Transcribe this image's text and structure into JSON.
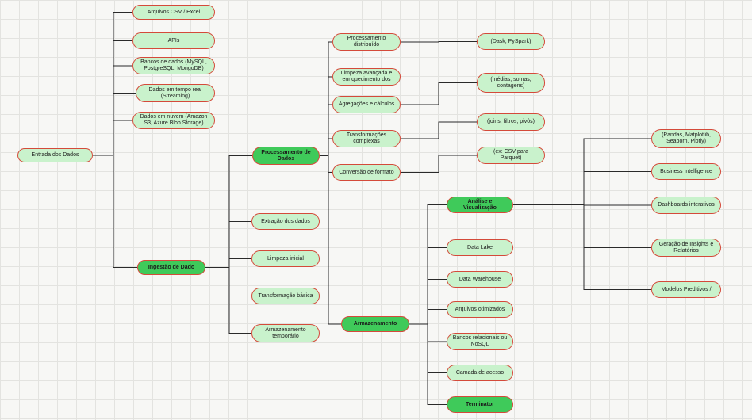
{
  "colors": {
    "node_fill": "#c9f2cc",
    "hub_fill": "#3fca5a",
    "node_border": "#d44a3a",
    "connector": "#2a2a2a",
    "background": "#f7f7f5",
    "grid": "#e3e3e0"
  },
  "nodes": [
    {
      "id": "entrada",
      "label": "Entrada dos Dados"
    },
    {
      "id": "csv",
      "label": "Arquivos CSV / Excel"
    },
    {
      "id": "apis",
      "label": "APIs"
    },
    {
      "id": "bancos",
      "label": "Bancos de dados (MySQL, PostgreSQL, MongoDB)"
    },
    {
      "id": "streaming",
      "label": "Dados em tempo real (Streaming)"
    },
    {
      "id": "nuvem",
      "label": "Dados em nuvem (Amazon S3, Azure Blob Storage)"
    },
    {
      "id": "ingestao",
      "label": "Ingestão de Dado",
      "hub": true
    },
    {
      "id": "processamento",
      "label": "Processamento de Dados",
      "hub": true
    },
    {
      "id": "extracao",
      "label": "Extração dos dados"
    },
    {
      "id": "limpeza_inicial",
      "label": "Limpeza inicial"
    },
    {
      "id": "transf_basica",
      "label": "Transformação básica"
    },
    {
      "id": "armaz_temp",
      "label": "Armazenamento temporário"
    },
    {
      "id": "proc_distrib",
      "label": "Processamento distribuído"
    },
    {
      "id": "limpeza_avancada",
      "label": "Limpeza avançada e enriquecimento dos"
    },
    {
      "id": "agregacoes",
      "label": "Agregações e cálculos"
    },
    {
      "id": "transf_complexas",
      "label": "Transformações complexas"
    },
    {
      "id": "conversao",
      "label": "Conversão de formato"
    },
    {
      "id": "dask",
      "label": "(Dask, PySpark)"
    },
    {
      "id": "medias",
      "label": "(médias, somas, contagens)"
    },
    {
      "id": "joins",
      "label": "(joins, filtros, pivôs)"
    },
    {
      "id": "parquet",
      "label": "(ex: CSV para Parquet)"
    },
    {
      "id": "armazenamento",
      "label": "Armazenamento",
      "hub": true
    },
    {
      "id": "analise",
      "label": "Análise e Visualização",
      "hub": true
    },
    {
      "id": "data_lake",
      "label": "Data Lake"
    },
    {
      "id": "data_warehouse",
      "label": "Data Warehouse"
    },
    {
      "id": "arquivos_otim",
      "label": "Arquivos otimizados"
    },
    {
      "id": "bancos_rel",
      "label": "Bancos relacionais ou NoSQL"
    },
    {
      "id": "camada",
      "label": "Camada de acesso"
    },
    {
      "id": "terminator",
      "label": "Terminator",
      "hub": true
    },
    {
      "id": "pandas",
      "label": "(Pandas, Matplotlib, Seaborn, Plotly)"
    },
    {
      "id": "bi",
      "label": "Business Intelligence"
    },
    {
      "id": "dashboards",
      "label": "Dashboards interativos"
    },
    {
      "id": "insights",
      "label": "Geração de Insights e Relatórios"
    },
    {
      "id": "modelos",
      "label": "Modelos Preditivos /"
    }
  ]
}
